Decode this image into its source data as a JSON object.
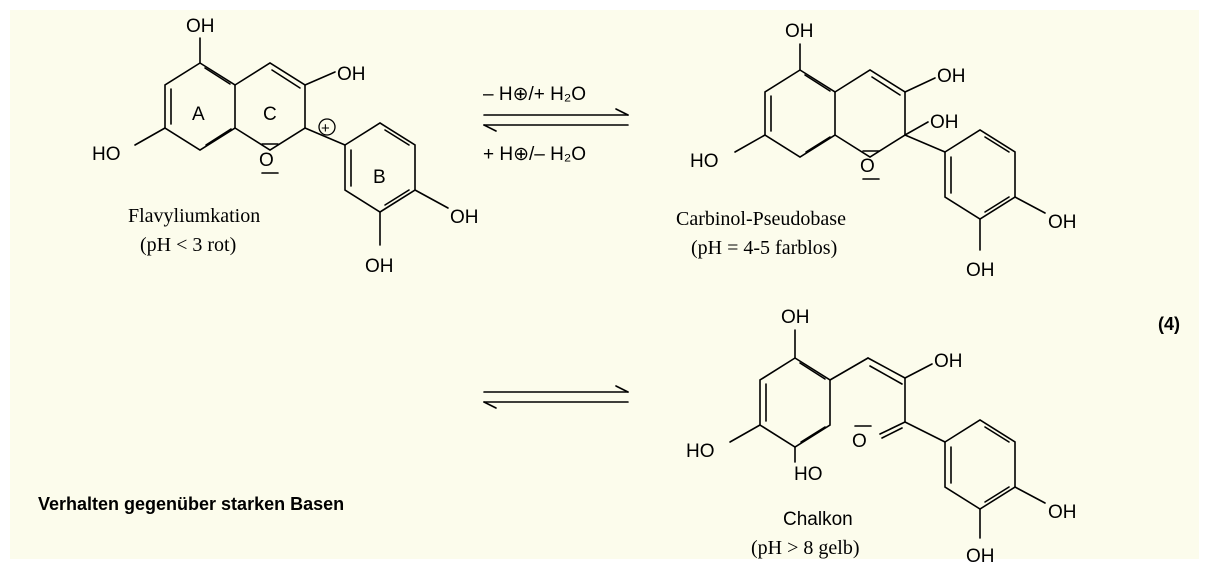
{
  "labels": {
    "oh": "OH",
    "ho": "HO",
    "o_minus": "O",
    "ring_a": "A",
    "ring_b": "B",
    "ring_c": "C",
    "plus": "+"
  },
  "arrows": {
    "forward_label": "– H⊕/+ H₂O",
    "backward_label": "+ H⊕/– H₂O"
  },
  "compounds": {
    "flavylium": {
      "name": "Flavyliumkation",
      "condition": "(pH < 3   rot)"
    },
    "carbinol": {
      "name": "Carbinol-Pseudobase",
      "condition": "(pH = 4-5  farblos)"
    },
    "chalkon": {
      "name": "Chalkon",
      "condition": "(pH > 8   gelb)"
    }
  },
  "equation_number": "(4)",
  "caption": "Verhalten gegenüber starken Basen"
}
